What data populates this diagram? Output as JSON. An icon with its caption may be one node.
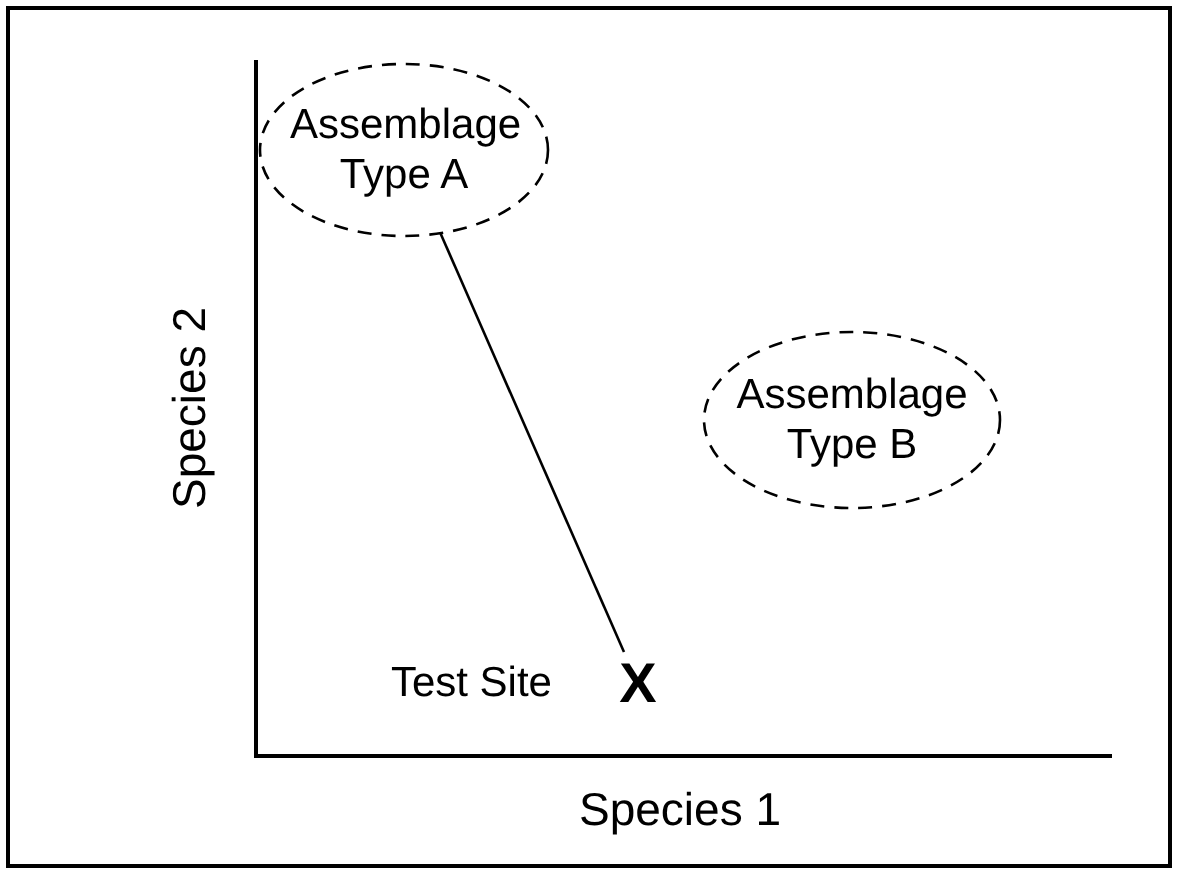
{
  "diagram": {
    "nodes": [
      {
        "text": [
          "Assemblage Type A"
        ]
      },
      {
        "text": [
          "Assemblage Type B"
        ]
      },
      {
        "text": [
          "X"
        ],
        "beside": [
          "Test Site"
        ]
      }
    ],
    "edges": [
      {
        "from": 0,
        "to": 2,
        "arrow": "none"
      }
    ],
    "labels": [
      "Species 2",
      "Species 1"
    ]
  }
}
